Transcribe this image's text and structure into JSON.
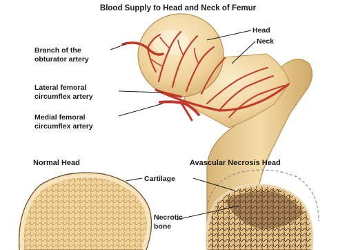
{
  "title": "Blood Supply to Head and Neck of Femur",
  "labels": {
    "head": "Head",
    "neck": "Neck",
    "obturator_line1": "Branch of the",
    "obturator_line2": "obturator artery",
    "lateral_line1": "Lateral femoral",
    "lateral_line2": "circumflex artery",
    "medial_line1": "Medial femoral",
    "medial_line2": "circumflex artery",
    "normal_head": "Normal Head",
    "avascular_head": "Avascular Necrosis Head",
    "cartilage": "Cartilage",
    "necrotic_line1": "Necrotic",
    "necrotic_line2": "bone"
  },
  "colors": {
    "bone": "#f2d9a4",
    "bone_shadow": "#d6b274",
    "artery": "#c0392b",
    "necrotic": "#6b4a2a",
    "text": "#1a1a1a"
  }
}
